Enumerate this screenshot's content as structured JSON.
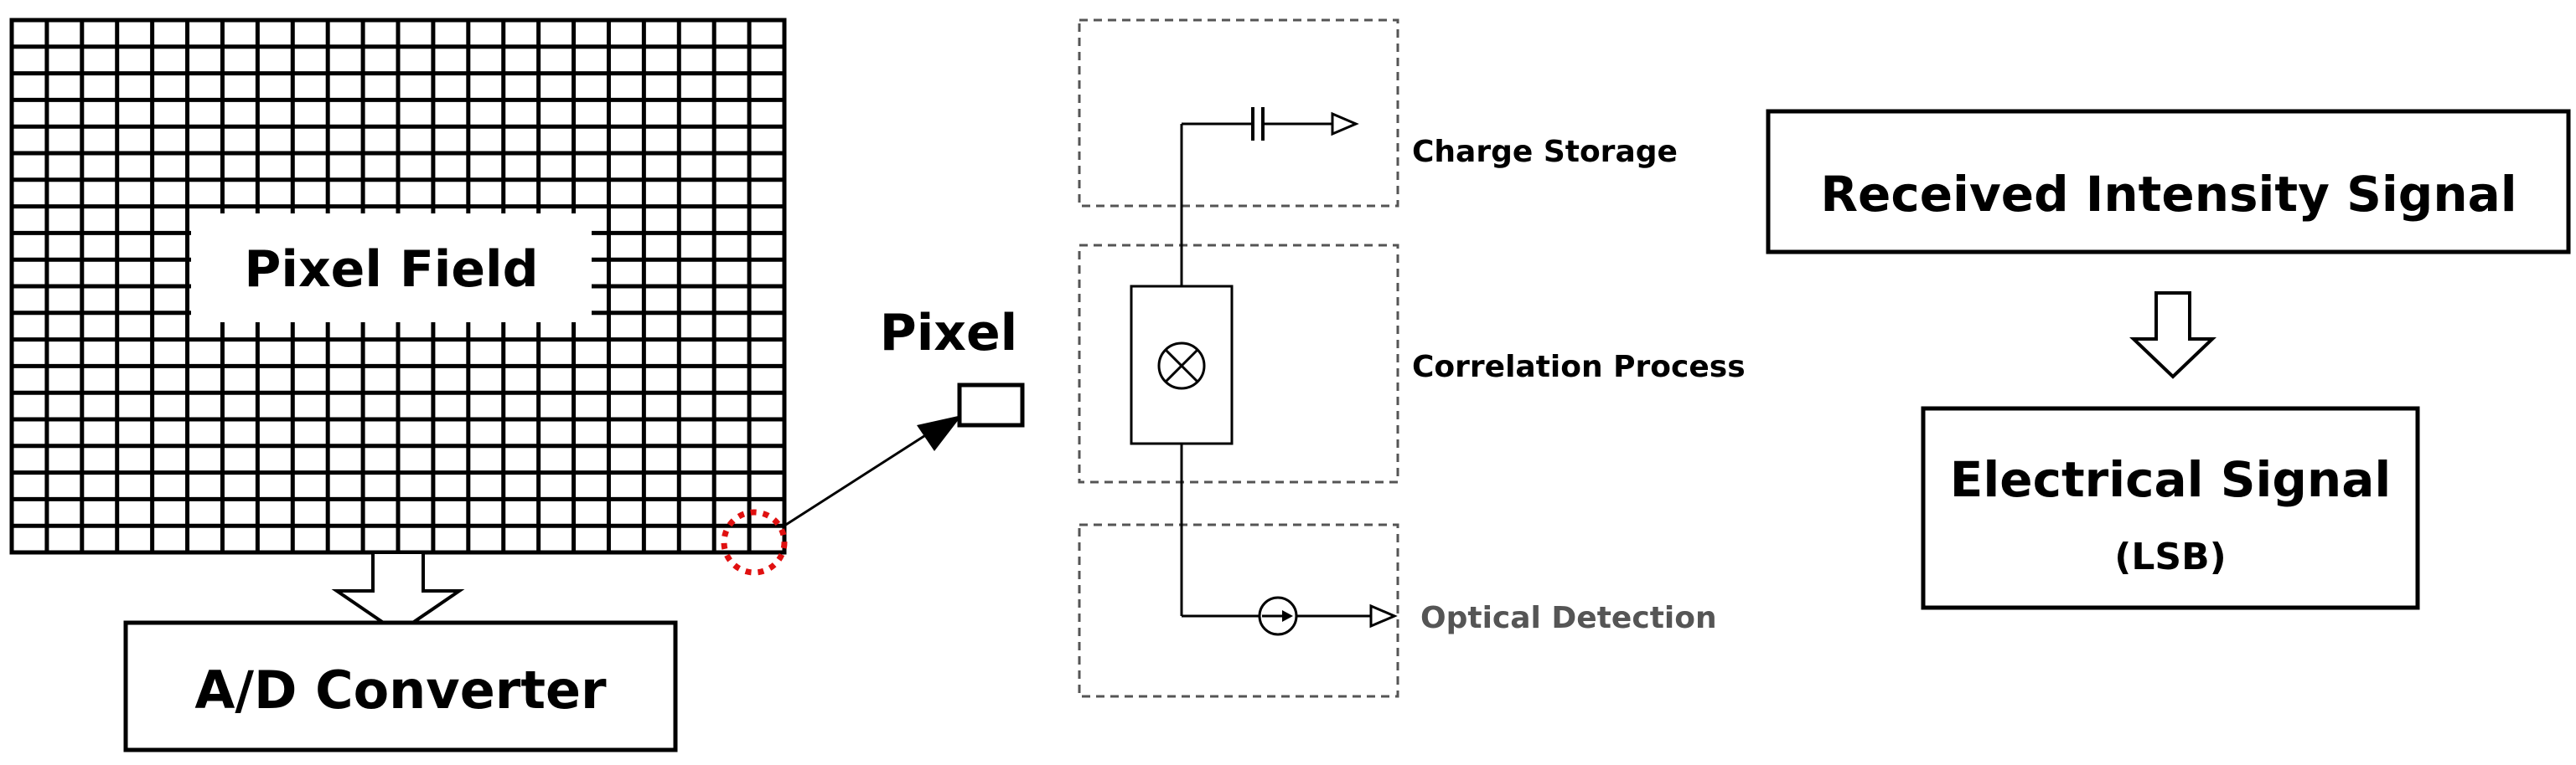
{
  "pixel_field": {
    "label": "Pixel Field",
    "rows": 20,
    "cols": 22
  },
  "ad_converter": {
    "label": "A/D Converter"
  },
  "pixel": {
    "label": "Pixel"
  },
  "pixel_circuit": {
    "charge_storage": "Charge Storage",
    "correlation_process": "Correlation Process",
    "optical_detection": "Optical Detection"
  },
  "signal_flow": {
    "received": "Received Intensity Signal",
    "electrical": "Electrical Signal",
    "electrical_sub": "(LSB)"
  },
  "colors": {
    "line": "#000000",
    "dashed_box": "#555555",
    "highlight": "#e01010",
    "optical_label": "#555555"
  }
}
